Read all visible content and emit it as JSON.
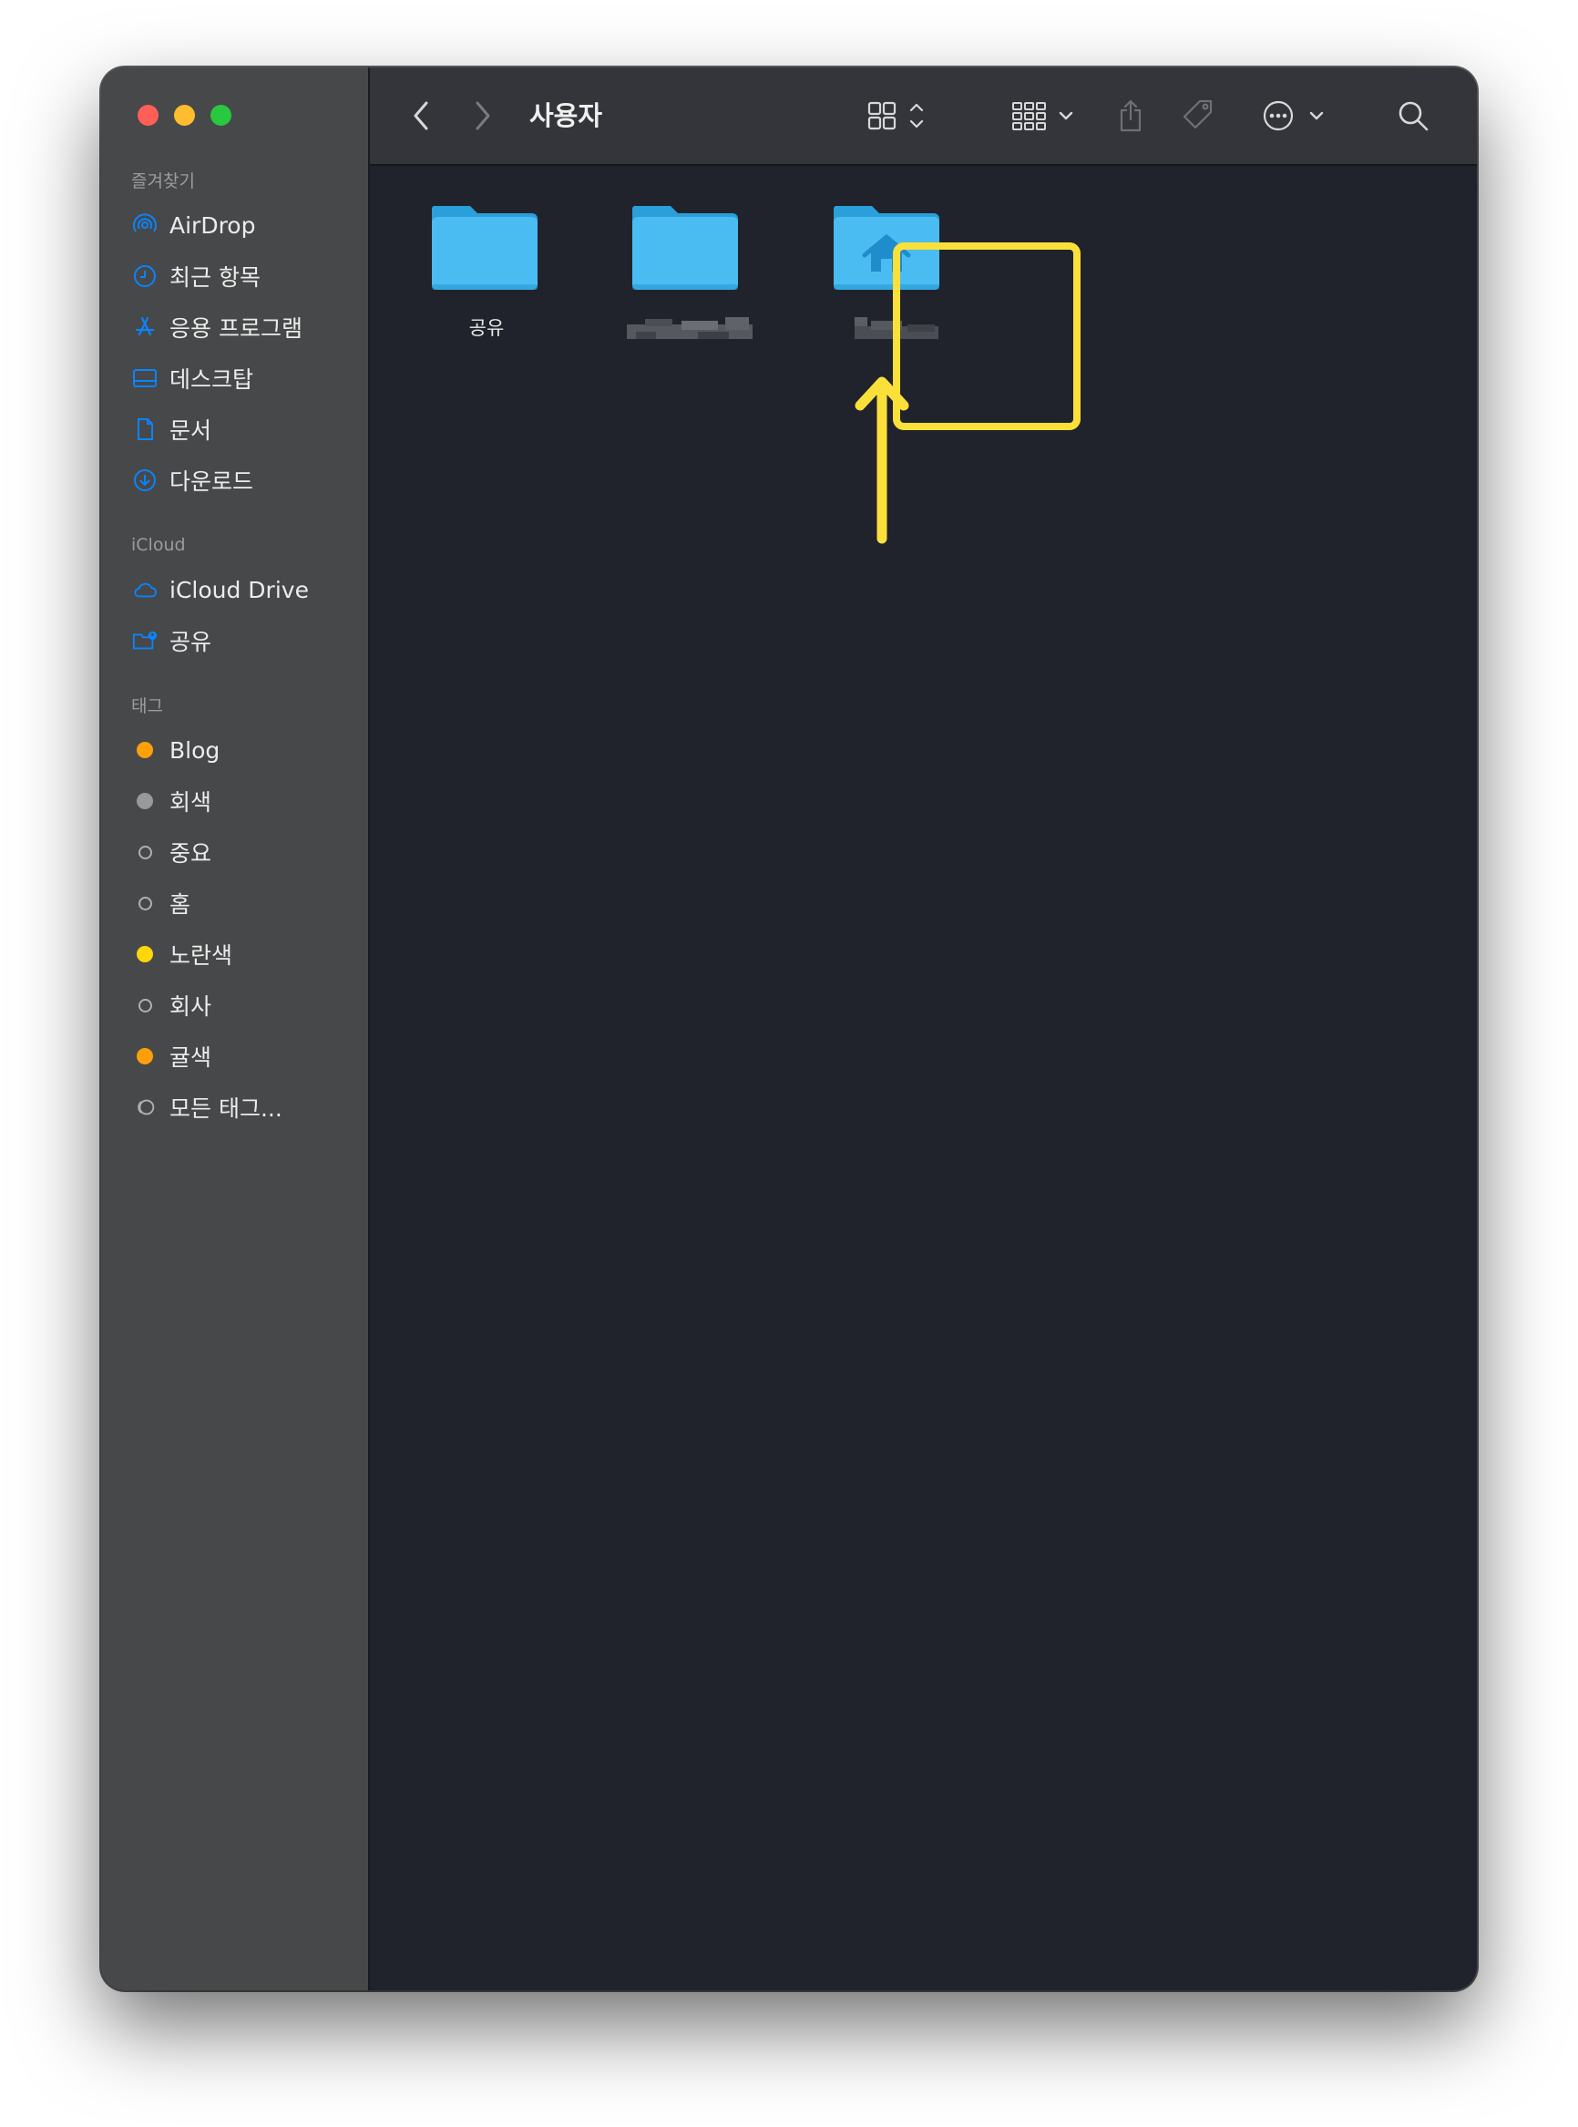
{
  "window": {
    "title": "사용자",
    "colors": {
      "accent": "#0a84ff",
      "highlight": "#fbe03a",
      "folder": "#4bbcf2"
    }
  },
  "sidebar": {
    "favorites_title": "즐겨찾기",
    "favorites": [
      {
        "label": "AirDrop",
        "icon": "airdrop-icon"
      },
      {
        "label": "최근 항목",
        "icon": "clock-icon"
      },
      {
        "label": "응용 프로그램",
        "icon": "applications-icon"
      },
      {
        "label": "데스크탑",
        "icon": "desktop-icon"
      },
      {
        "label": "문서",
        "icon": "document-icon"
      },
      {
        "label": "다운로드",
        "icon": "download-icon"
      }
    ],
    "icloud_title": "iCloud",
    "icloud": [
      {
        "label": "iCloud Drive",
        "icon": "cloud-icon"
      },
      {
        "label": "공유",
        "icon": "shared-folder-icon"
      }
    ],
    "tags_title": "태그",
    "tags": [
      {
        "label": "Blog",
        "color": "#ff9f0a"
      },
      {
        "label": "회색",
        "color": "#98989d"
      },
      {
        "label": "중요",
        "color": ""
      },
      {
        "label": "홈",
        "color": ""
      },
      {
        "label": "노란색",
        "color": "#ffd60a"
      },
      {
        "label": "회사",
        "color": ""
      },
      {
        "label": "귤색",
        "color": "#ff9f0a"
      },
      {
        "label": "모든 태그...",
        "color": ""
      }
    ]
  },
  "toolbar": {
    "icons": [
      "back-icon",
      "forward-icon",
      "icon-view-icon",
      "group-icon",
      "share-icon",
      "tag-icon",
      "more-icon",
      "search-icon"
    ]
  },
  "content": {
    "folders": [
      {
        "label": "공유",
        "blurred": false
      },
      {
        "label": "",
        "blurred": true
      },
      {
        "label": "",
        "blurred": true,
        "home": true,
        "highlighted": true
      }
    ]
  }
}
